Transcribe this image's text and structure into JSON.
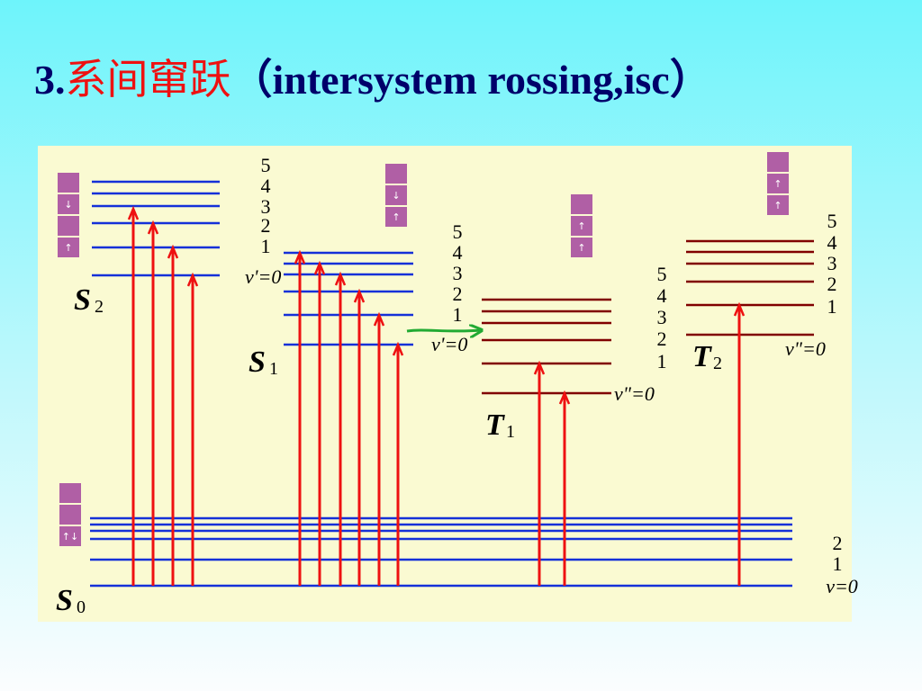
{
  "title": {
    "number": "3.",
    "chinese": "系间窜跃",
    "english": "（intersystem rossing,isc）"
  },
  "colors": {
    "singlet_level": "#1530d8",
    "triplet_level": "#800000",
    "absorption_arrow": "#ee1111",
    "isc_arrow": "#22aa33",
    "orbital_box": "#b05fa5",
    "panel": "#fafad2"
  },
  "states": {
    "S0": {
      "letter": "S",
      "sub": "0",
      "levels": [
        "2",
        "1"
      ],
      "ground": "v=0"
    },
    "S2": {
      "letter": "S",
      "sub": "2",
      "levels": [
        "5",
        "4",
        "3",
        "2",
        "1"
      ],
      "ground": "v'=0"
    },
    "S1": {
      "letter": "S",
      "sub": "1",
      "levels": [
        "5",
        "4",
        "3",
        "2",
        "1"
      ],
      "ground": "v'=0"
    },
    "T1": {
      "letter": "T",
      "sub": "1",
      "levels": [
        "5",
        "4",
        "3",
        "2",
        "1"
      ],
      "ground": "v\"=0"
    },
    "T2": {
      "letter": "T",
      "sub": "2",
      "levels": [
        "5",
        "4",
        "3",
        "2",
        "1"
      ],
      "ground": "v\"=0"
    }
  },
  "orbital_diagrams": {
    "S0": [
      "",
      "",
      "↑↓"
    ],
    "S2": [
      "",
      "↓",
      "",
      "↑"
    ],
    "S1": [
      "",
      "↓",
      "↑"
    ],
    "T1": [
      "",
      "↑",
      "↑"
    ],
    "T2": [
      "",
      "↑",
      "↑"
    ]
  },
  "transition": {
    "type": "isc",
    "from": "S1",
    "to": "T1"
  },
  "absorptions": {
    "S2": 4,
    "S1": 6,
    "T1": 2,
    "T2": 1
  }
}
